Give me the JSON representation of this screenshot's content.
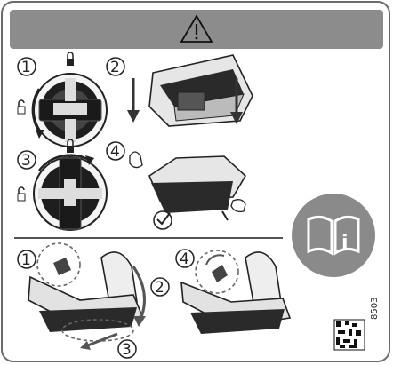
{
  "header": {
    "warning_symbol": "warning-triangle-icon"
  },
  "steps_top": [
    {
      "number": "1"
    },
    {
      "number": "2"
    },
    {
      "number": "3"
    },
    {
      "number": "4"
    }
  ],
  "steps_bottom": [
    {
      "number": "1"
    },
    {
      "number": "2"
    },
    {
      "number": "3"
    },
    {
      "number": "4"
    }
  ],
  "manual_badge": {
    "icon": "manual-info-icon",
    "letter": "i"
  },
  "code": {
    "side_text": "8503"
  },
  "colors": {
    "header": "#8c8c8c",
    "badge": "#8a8a8a",
    "line": "#555555"
  }
}
